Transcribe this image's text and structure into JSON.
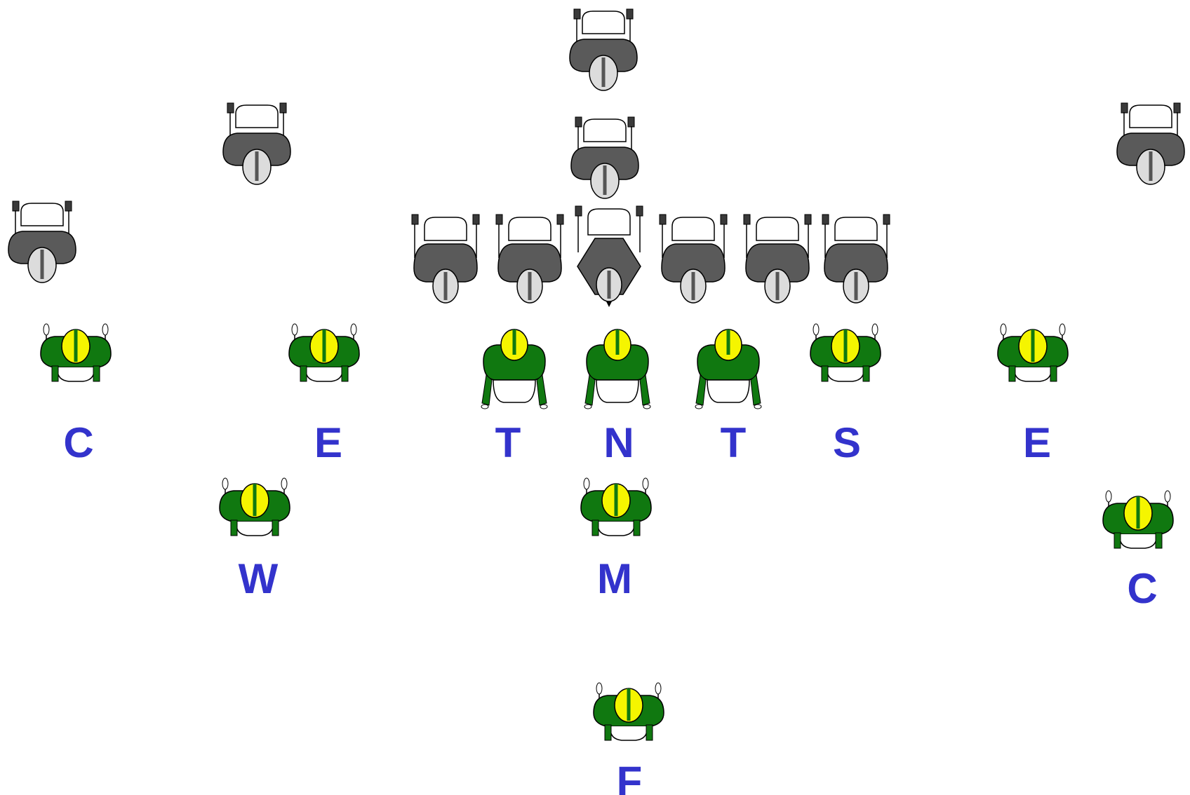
{
  "colors": {
    "offense_jersey": "#5a5a5a",
    "offense_helmet": "#dcdcdc",
    "defense_jersey": "#107810",
    "defense_helmet": "#f5f500",
    "helmet_stripe_defense": "#107810",
    "helmet_stripe_offense": "#555555",
    "label": "#3333cc"
  },
  "icon_names": {
    "offense_player": "offense-player-icon",
    "defense_player": "defense-player-icon"
  },
  "labels": {
    "c_left": "C",
    "e_left": "E",
    "t_left": "T",
    "n": "N",
    "t_right": "T",
    "s": "S",
    "e_right": "E",
    "w": "W",
    "m": "M",
    "c_right": "C",
    "f": "F"
  }
}
